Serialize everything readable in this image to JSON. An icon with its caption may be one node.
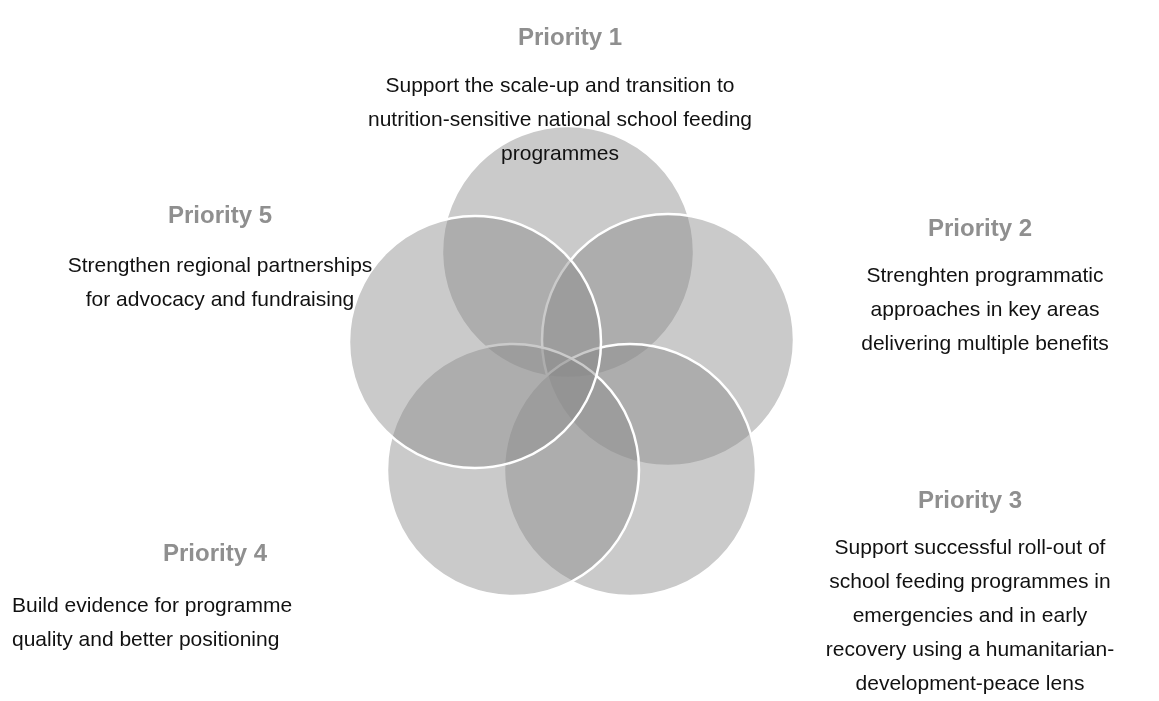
{
  "diagram": {
    "labels": [
      "Priority 1",
      "Support the scale-up and transition to nutrition-sensitive national school feeding programmes",
      "Priority 5",
      "Strengthen regional partnerships for advocacy and fundraising",
      "Priority 2",
      "Strenghten programmatic approaches in key areas delivering multiple benefits",
      "Priority 3",
      "Support successful roll-out of school feeding programmes in emergencies and in early recovery using a humanitarian-development-peace lens",
      "Priority 4",
      "Build evidence for programme quality and better positioning"
    ]
  }
}
